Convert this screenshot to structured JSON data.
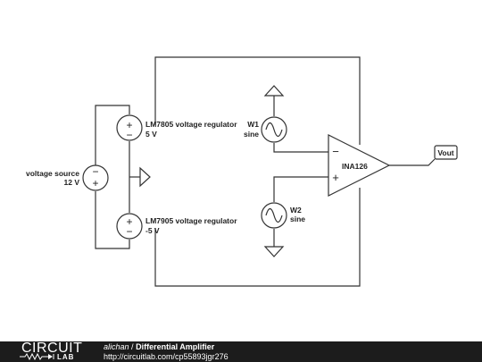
{
  "schematic": {
    "source": {
      "label": "voltage source",
      "value": "12 V"
    },
    "reg_pos": {
      "label": "LM7805 voltage regulator",
      "value": "5 V"
    },
    "reg_neg": {
      "label": "LM7905 voltage regulator",
      "value": "-5 V"
    },
    "w1": {
      "label": "W1",
      "type": "sine"
    },
    "w2": {
      "label": "W2",
      "type": "sine"
    },
    "amp": {
      "label": "INA126",
      "minus": "−",
      "plus": "+"
    },
    "output": {
      "label": "Vout"
    },
    "plus_sign": "+",
    "minus_sign": "−"
  },
  "footer": {
    "logo_top": "CIRCUIT",
    "logo_bottom": "LAB",
    "author": "alichan",
    "separator": "/",
    "title": "Differential Amplifier",
    "url": "http://circuitlab.com/cp55893jgr276"
  },
  "colors": {
    "wire": "#333333",
    "footer_bg": "#1c1c1c",
    "footer_text": "#ffffff"
  }
}
